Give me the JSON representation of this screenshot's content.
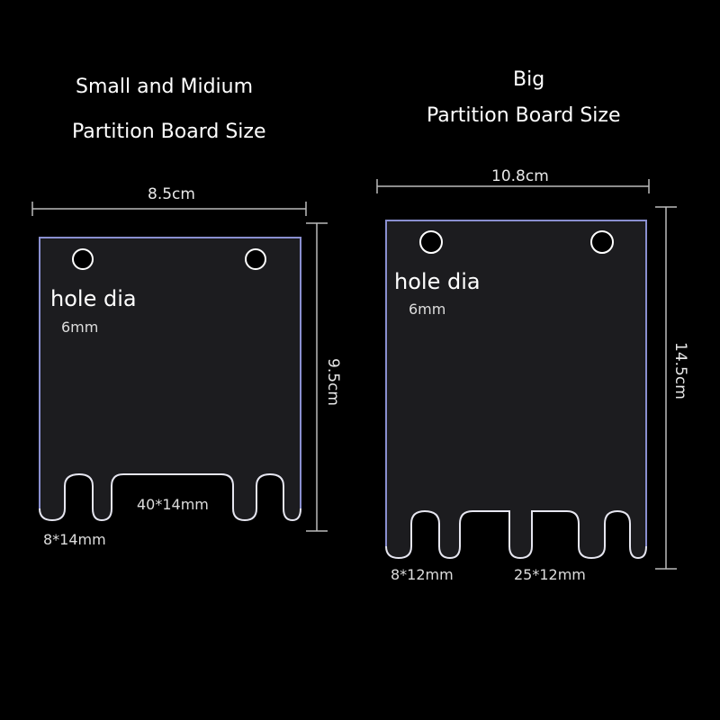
{
  "left_board": {
    "title_line1": "Small and Midium",
    "title_line2": "Partition Board Size",
    "width": "8.5cm",
    "height": "9.5cm",
    "hole_label": "hole dia",
    "hole_size": "6mm",
    "center_slot": "40*14mm",
    "side_slot": "8*14mm"
  },
  "right_board": {
    "title_line1": "Big",
    "title_line2": "Partition Board Size",
    "width": "10.8cm",
    "height": "14.5cm",
    "hole_label": "hole dia",
    "hole_size": "6mm",
    "side_slot": "8*12mm",
    "center_slot": "25*12mm"
  },
  "colors": {
    "board_fill": "#1c1c1f",
    "outline": "#e6e6f0",
    "edge": "#8a8fd0",
    "dim_line": "#bbbbbb"
  }
}
